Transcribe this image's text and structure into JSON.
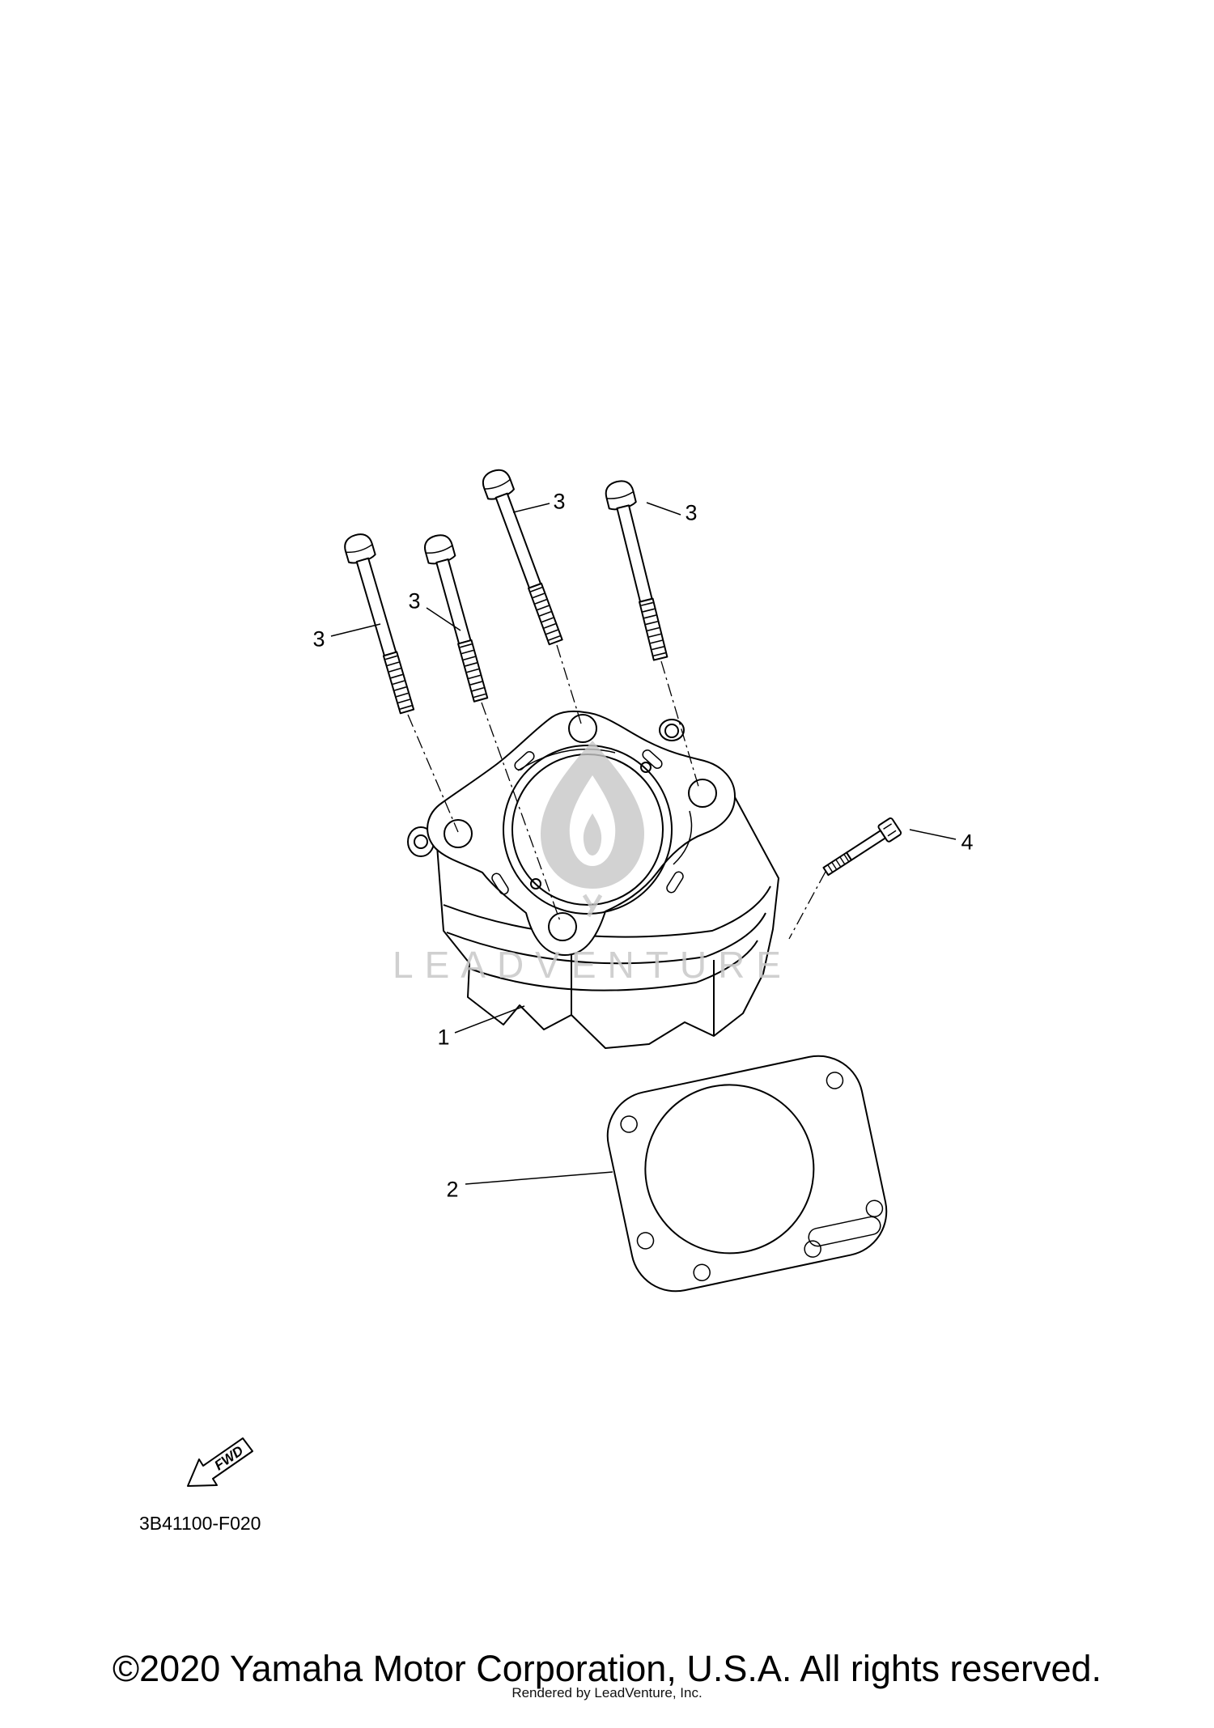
{
  "diagram": {
    "part_code": "3B41100-F020",
    "fwd_label": "FWD",
    "callouts": [
      {
        "label": "3"
      },
      {
        "label": "3"
      },
      {
        "label": "3"
      },
      {
        "label": "3"
      },
      {
        "label": "4"
      },
      {
        "label": "1"
      },
      {
        "label": "2"
      }
    ]
  },
  "watermark": {
    "text": "LEADVENTURE"
  },
  "footer": {
    "copyright": "©2020 Yamaha Motor Corporation, U.S.A. All rights reserved.",
    "rendered_by": "Rendered by LeadVenture, Inc."
  }
}
